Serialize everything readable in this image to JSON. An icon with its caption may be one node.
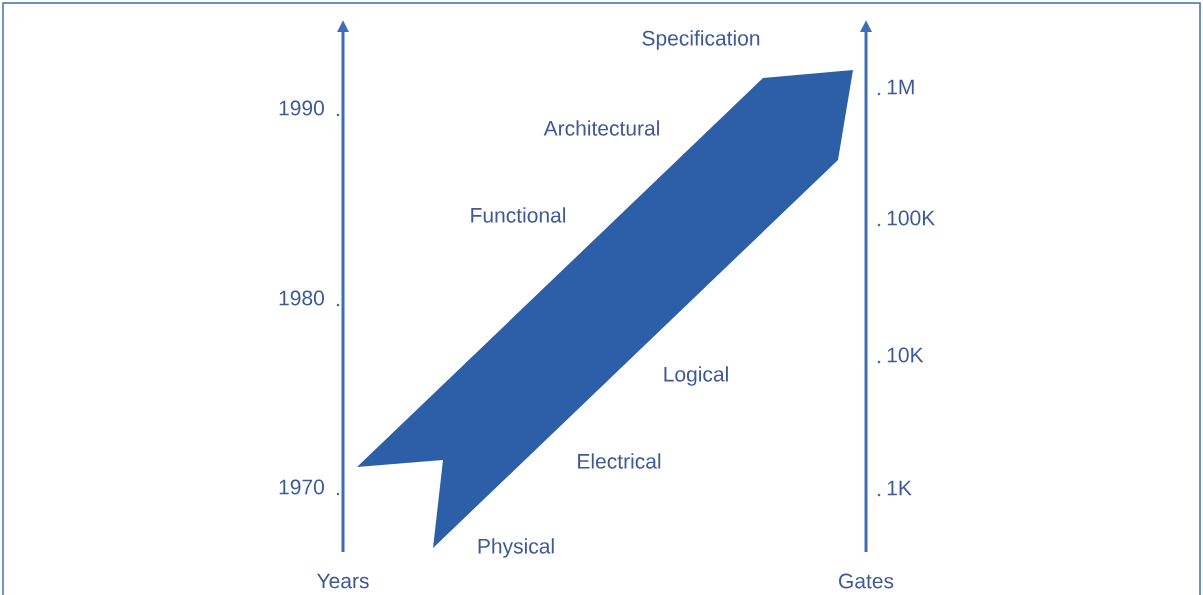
{
  "diagram": {
    "labels": [
      "Specification",
      "1M",
      "1990",
      "Architectural",
      "Functional",
      "100K",
      "1980",
      "10K",
      "Logical",
      "Electrical",
      "1970",
      "1K",
      "Physical",
      "Years",
      "Gates"
    ]
  }
}
